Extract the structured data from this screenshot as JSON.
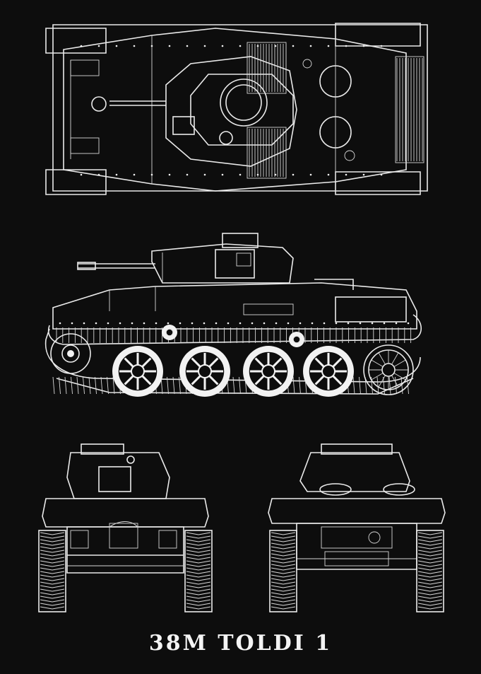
{
  "poster": {
    "title": "38M TOLDI 1",
    "background_color": "#0d0d0d",
    "line_color": "#eaeaea"
  },
  "views": [
    {
      "name": "top-view"
    },
    {
      "name": "side-view"
    },
    {
      "name": "front-view"
    },
    {
      "name": "rear-view"
    }
  ]
}
